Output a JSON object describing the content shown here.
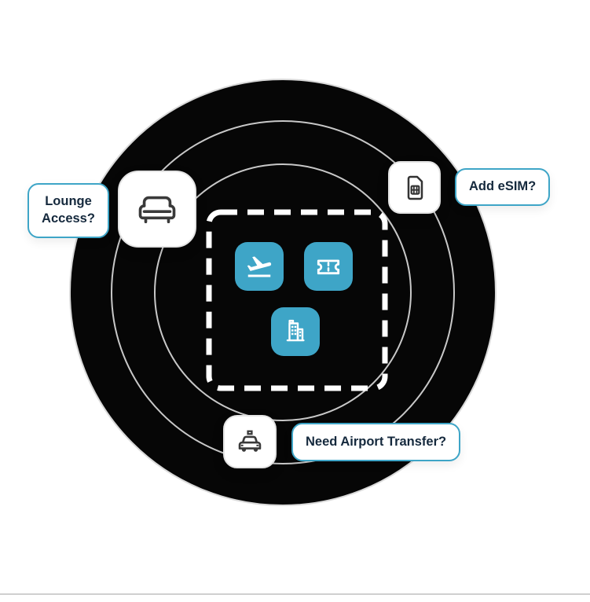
{
  "colors": {
    "accent": "#3EA5C7",
    "circle": "#060606",
    "ink": "#15293D",
    "ring": "#d9d9d9",
    "card-border": "#e4e4e4",
    "icon-dark": "#3a3a3a"
  },
  "diagram": {
    "center_tiles": [
      {
        "icon": "flight-takeoff-icon"
      },
      {
        "icon": "ticket-icon"
      },
      {
        "icon": "building-icon"
      }
    ],
    "callouts": {
      "lounge": {
        "label": "Lounge Access?",
        "icon": "sofa-icon"
      },
      "esim": {
        "label": "Add eSIM?",
        "icon": "sim-card-icon"
      },
      "transfer": {
        "label": "Need Airport Transfer?",
        "icon": "taxi-icon"
      }
    }
  }
}
